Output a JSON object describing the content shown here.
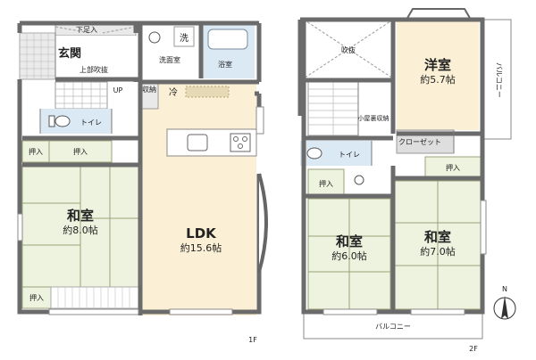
{
  "floor1": {
    "label": "1F",
    "rooms": {
      "shimo_ashi": "下足入",
      "genkan": "玄関",
      "joubu_fukinuke": "上部吹抜",
      "sentaku": "洗",
      "senmenshitsu": "洗面室",
      "yokushitsu": "浴室",
      "up": "UP",
      "shuno": "収納",
      "rei": "冷",
      "toilet": "トイレ",
      "oshiire_a": "押入",
      "oshiire_b": "押入",
      "oshiire_c": "押入",
      "washitsu_name": "和室",
      "washitsu_area": "約8.0帖",
      "ldk_name": "LDK",
      "ldk_area": "約15.6帖"
    }
  },
  "floor2": {
    "label": "2F",
    "rooms": {
      "fukinuke": "吹抜",
      "youshitsu_name": "洋室",
      "youshitsu_area": "約5.7帖",
      "balcony_side": "バルコニー",
      "koyaura": "小屋裏収納",
      "closet": "クローゼット",
      "toilet": "トイレ",
      "oshiire_a": "押入",
      "oshiire_b": "押入",
      "washitsu6_name": "和室",
      "washitsu6_area": "約6.0帖",
      "washitsu7_name": "和室",
      "washitsu7_area": "約7.0帖",
      "balcony_bottom": "バルコニー"
    }
  },
  "compass": {
    "north": "N"
  },
  "colors": {
    "wall": "#6b6b6b",
    "tatami": "#eef3df",
    "ldk": "#fbf0d6",
    "entrance": "#e7e7e7",
    "bath": "#dbe9f5",
    "toilet": "#dbe9f5",
    "youshitsu": "#fbf0d6",
    "closet": "#dedede"
  }
}
